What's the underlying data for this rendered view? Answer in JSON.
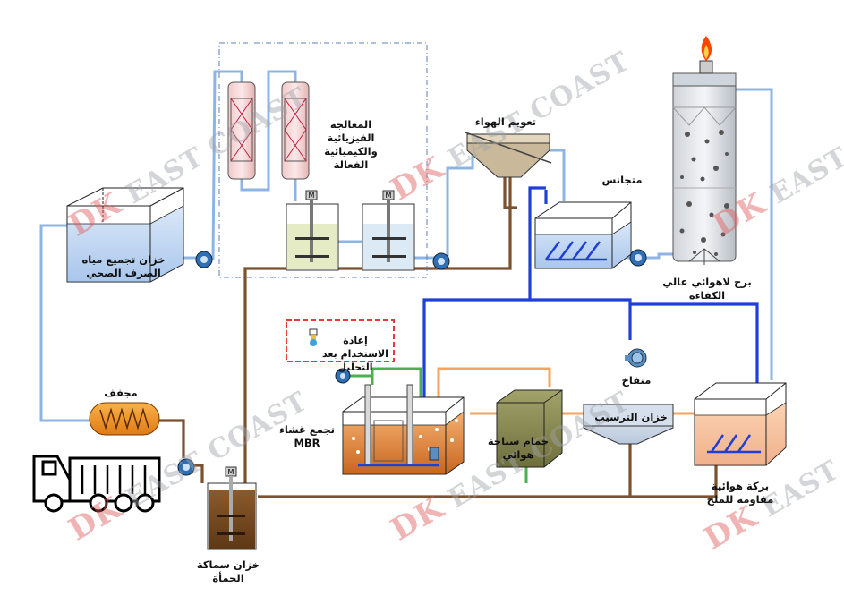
{
  "labels": {
    "sewage_tank": "خزان تجميع مياه الصرف الصحي",
    "physchem": "المعالجة الفيزيائية والكيميائية الفعالة",
    "aeration": "تعويم الهواء",
    "equalization": "متجانس",
    "anaerobic_tower": "برج لاهوائي عالي الكفاءة",
    "reuse": "إعادة الاستخدام بعد التحليل",
    "blower": "منفاخ",
    "mbr": "تجمع غشاء MBR",
    "settling": "خزان الترسيب",
    "salt_pond": "بركة هوائية مقاومة للملح",
    "aerobic_pool": "حمام سباحة هوائي",
    "dryer": "مجفف",
    "sludge_tank": "خزان سماكة الحمأة",
    "motor_letter": "M"
  },
  "watermark": {
    "brand_mark": "DK",
    "brand_text": "EAST COAST"
  },
  "colors": {
    "pipe_gray": "#8db4e2",
    "pipe_brown": "#7a5230",
    "pipe_blue": "#1f3fd6",
    "pipe_orange": "#f4a460",
    "pipe_green": "#4caf50",
    "reuse_border": "#e53935",
    "flame": "#ff4500"
  }
}
